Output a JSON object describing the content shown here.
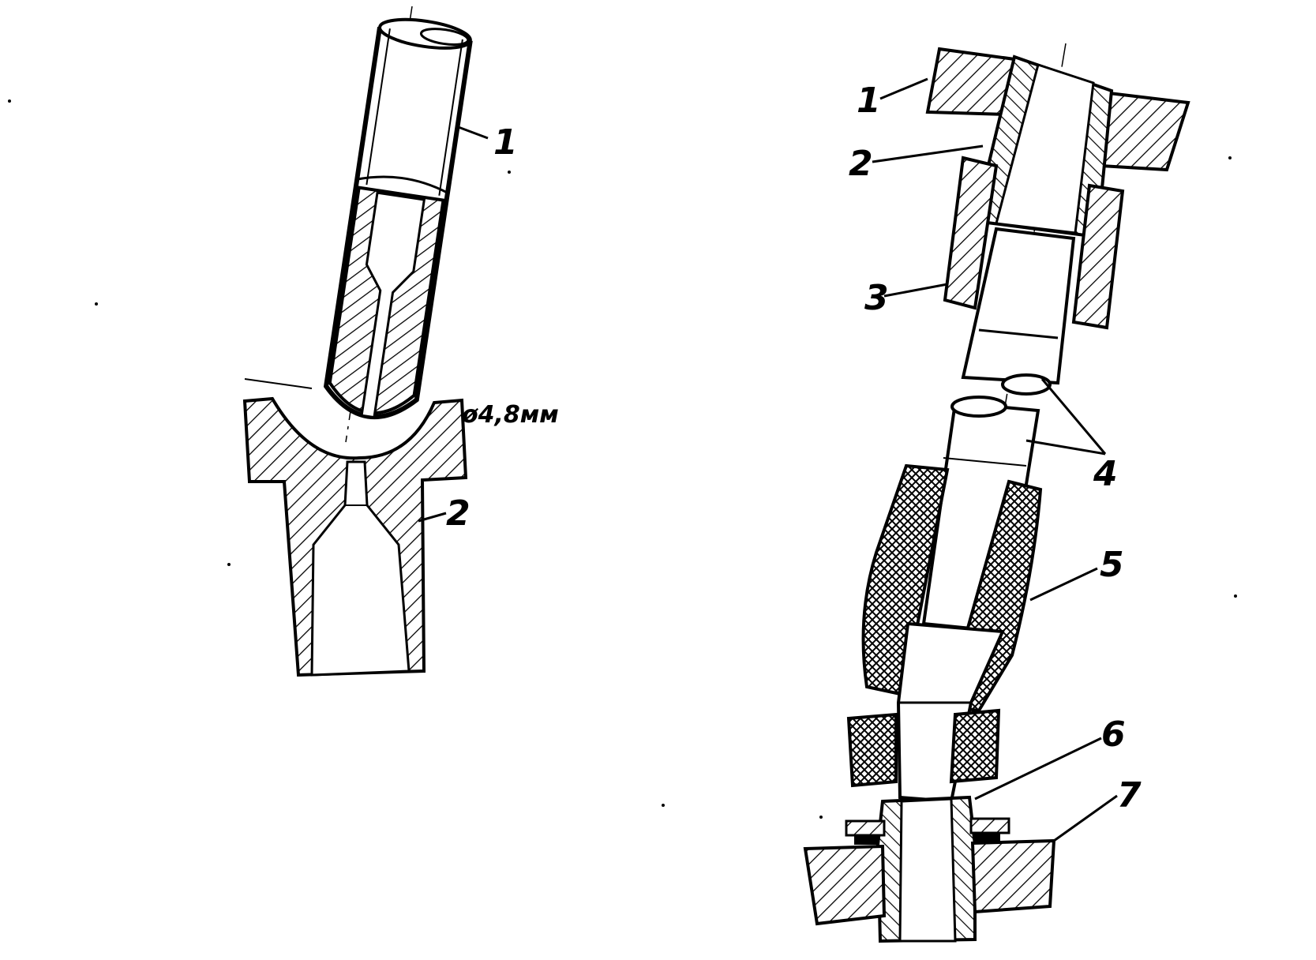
{
  "left_figure": {
    "callouts": [
      {
        "id": "tube",
        "text": "1"
      },
      {
        "id": "nozzle",
        "text": "2"
      }
    ],
    "dimension": "ø4,8мм"
  },
  "right_figure": {
    "callouts": [
      {
        "id": "top-plate",
        "text": "1"
      },
      {
        "id": "upper-fitting",
        "text": "2"
      },
      {
        "id": "union-nut",
        "text": "3"
      },
      {
        "id": "pipe-ends",
        "text": "4"
      },
      {
        "id": "braided-sleeve",
        "text": "5"
      },
      {
        "id": "lower-fitting",
        "text": "6"
      },
      {
        "id": "bottom-plate",
        "text": "7"
      }
    ]
  },
  "colors": {
    "ink": "#000000",
    "paper": "#ffffff"
  }
}
